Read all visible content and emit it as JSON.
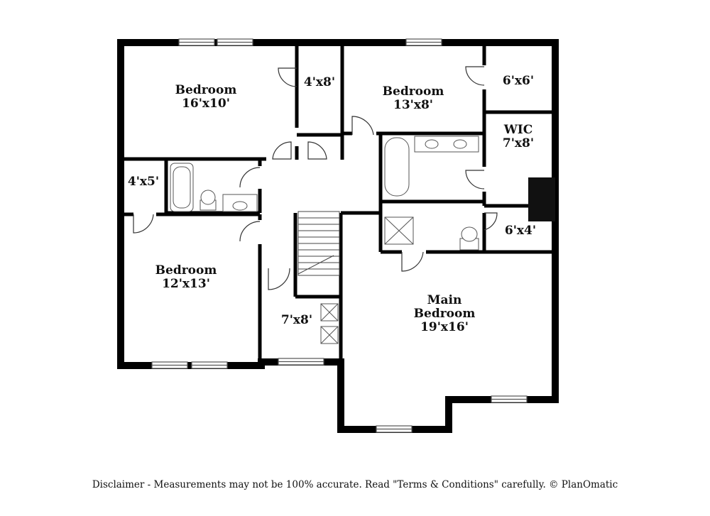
{
  "rooms": {
    "bedroom_1": {
      "name": "Bedroom",
      "size": "16'x10'"
    },
    "closet_4x8": {
      "size": "4'x8'"
    },
    "bedroom_2": {
      "name": "Bedroom",
      "size": "13'x8'"
    },
    "closet_6x6": {
      "size": "6'x6'"
    },
    "wic": {
      "name": "WIC",
      "size": "7'x8'"
    },
    "closet_4x5": {
      "size": "4'x5'"
    },
    "closet_6x4": {
      "size": "6'x4'"
    },
    "bedroom_3": {
      "name": "Bedroom",
      "size": "12'x13'"
    },
    "hall_7x8": {
      "size": "7'x8'"
    },
    "main_bedroom": {
      "name_line1": "Main",
      "name_line2": "Bedroom",
      "size": "19'x16'"
    }
  },
  "disclaimer": "Disclaimer - Measurements may not be 100% accurate. Read \"Terms & Conditions\" carefully. © PlanOmatic",
  "colors": {
    "wall": "#000000",
    "background": "#ffffff",
    "fixture": "#555555"
  }
}
